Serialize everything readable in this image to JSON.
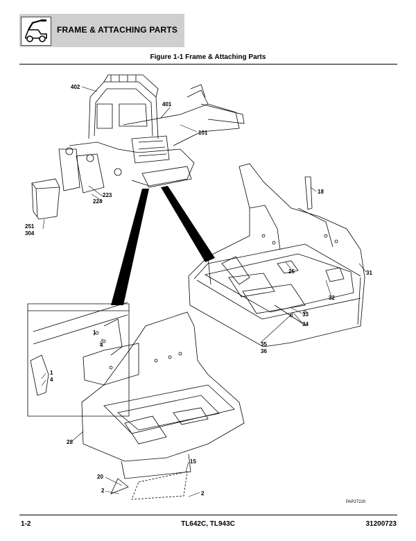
{
  "header": {
    "title": "FRAME & ATTACHING PARTS"
  },
  "figure": {
    "title": "Figure 1-1 Frame & Attaching Parts"
  },
  "callouts": {
    "c402": "402",
    "c401": "401",
    "c101": "101",
    "c223": "223",
    "c224": "224",
    "c251": "251",
    "c304": "304",
    "c18": "18",
    "c25": "25",
    "c31": "31",
    "c32": "32",
    "c33": "33",
    "c34": "34",
    "c35": "35",
    "c36": "36",
    "c1a": "1",
    "c4a": "4",
    "c1b": "1",
    "c4b": "4",
    "c28": "28",
    "c15": "15",
    "c20": "20",
    "c2a": "2",
    "c2b": "2"
  },
  "image_code": "PAP27220",
  "footer": {
    "page": "1-2",
    "models": "TL642C, TL943C",
    "doc_number": "31200723"
  }
}
